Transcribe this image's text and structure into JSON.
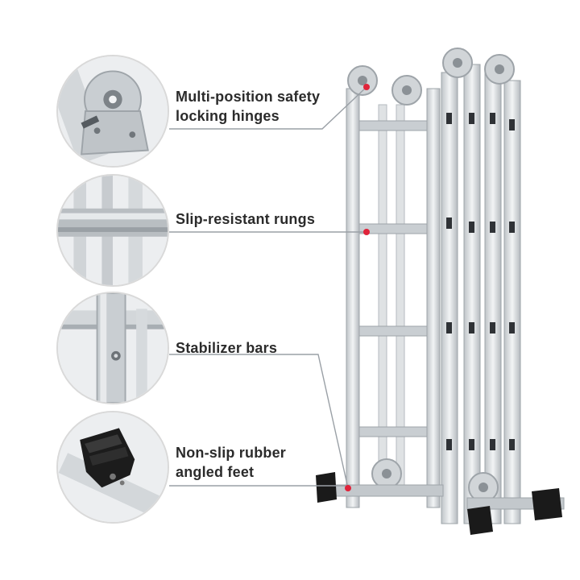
{
  "features": [
    {
      "id": "hinges",
      "lines": [
        "Multi-position safety",
        "locking hinges"
      ],
      "icon": "hinge-icon"
    },
    {
      "id": "rungs",
      "lines": [
        "Slip-resistant rungs"
      ],
      "icon": "rung-icon"
    },
    {
      "id": "stabilizer",
      "lines": [
        "Stabilizer bars"
      ],
      "icon": "stabilizer-icon"
    },
    {
      "id": "feet",
      "lines": [
        "Non-slip rubber",
        "angled feet"
      ],
      "icon": "rubber-foot-icon"
    }
  ],
  "colors": {
    "text": "#2b2b2b",
    "connector": "#9aa0a6",
    "marker": "#e0233a",
    "aluminum": "#d8dcdf",
    "aluminum_dark": "#a9afb4",
    "rubber": "#1a1a1a"
  }
}
